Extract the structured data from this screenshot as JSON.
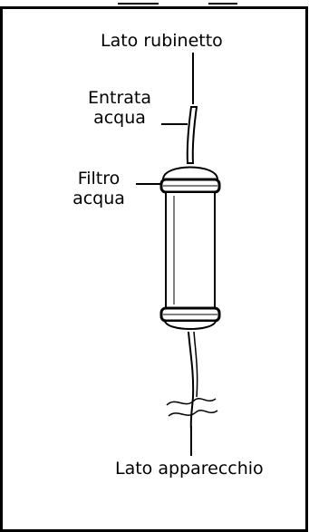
{
  "labels": {
    "tap_side": "Lato rubinetto",
    "water_inlet_line1": "Entrata",
    "water_inlet_line2": "acqua",
    "water_filter_line1": "Filtro",
    "water_filter_line2": "acqua",
    "appliance_side": "Lato apparecchio"
  }
}
